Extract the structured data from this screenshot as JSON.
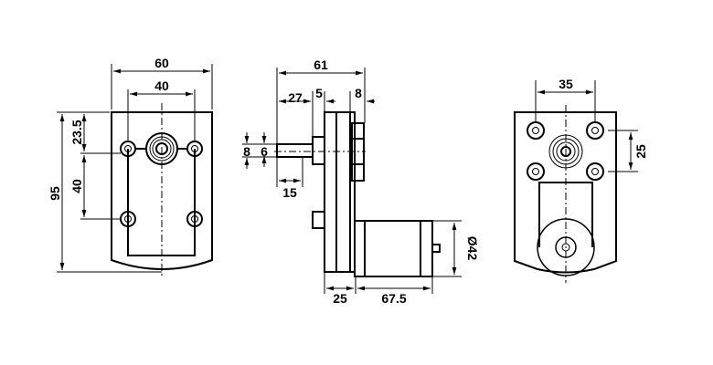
{
  "front_view": {
    "width": "60",
    "hole_spacing_x": "40",
    "height": "95",
    "top_to_holes": "23.5",
    "hole_spacing_y": "40"
  },
  "side_view": {
    "overall_length": "61",
    "shaft_extension": "27",
    "hub_thickness": "5",
    "rear_protrusion": "8",
    "shaft_diameter": "8",
    "flat_size": "6",
    "flat_length": "15",
    "gearbox_depth": "25",
    "motor_length": "67.5",
    "motor_diameter": "Ø42"
  },
  "rear_view": {
    "hole_spacing_x": "35",
    "hole_spacing_y": "25"
  }
}
